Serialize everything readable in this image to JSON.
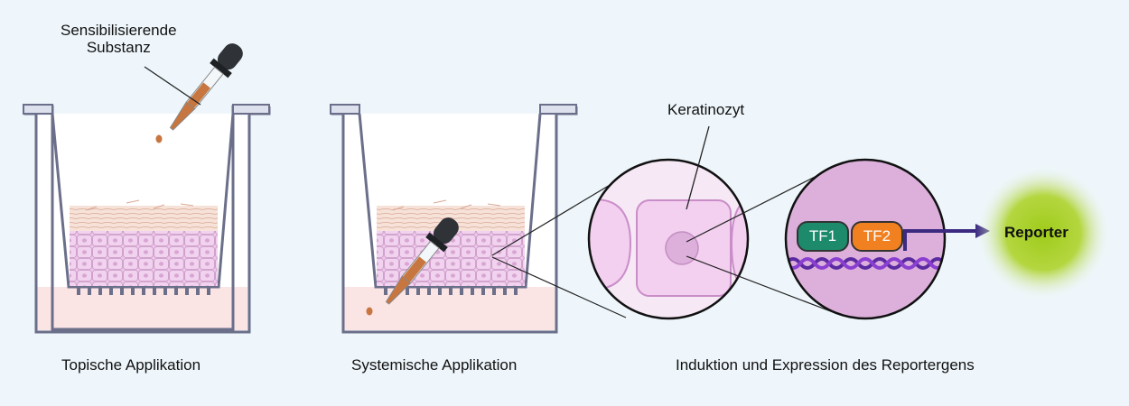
{
  "labels": {
    "substance": "Sensibilisierende\nSubstanz",
    "keratinocyte": "Keratinozyt",
    "reporter": "Reporter",
    "tf1": "TF1",
    "tf2": "TF2"
  },
  "captions": {
    "topical": "Topische Applikation",
    "systemic": "Systemische Applikation",
    "induction": "Induktion und Expression des Reportergens"
  },
  "colors": {
    "well_outline": "#6b6f8a",
    "medium": "#fbe4e4",
    "tissue": "#ecc7ea",
    "stratum": "#f4d9cf",
    "dropper_liquid": "#c8763f",
    "tf1": "#1d8a6c",
    "tf2": "#f08020",
    "dna": "#6a2bb0",
    "arrow": "#3b2a80",
    "reporter_glow": "#9fcc1a"
  }
}
